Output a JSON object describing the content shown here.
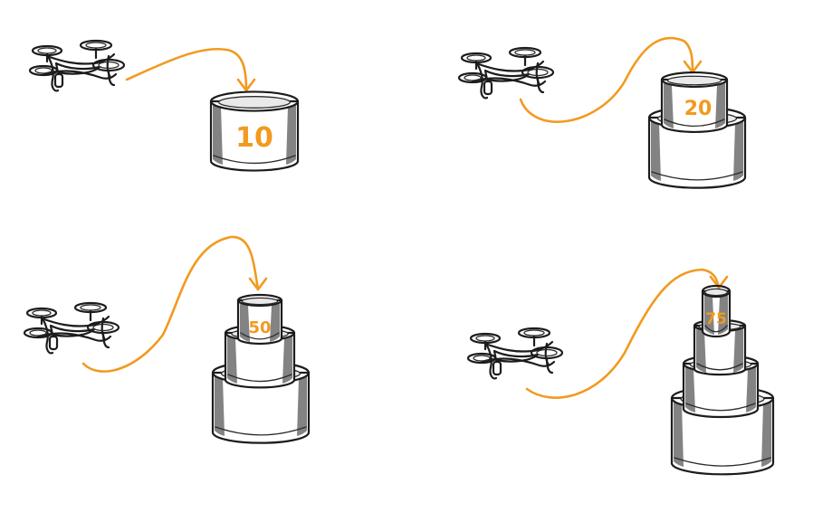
{
  "accent_color": "#f29a1f",
  "ink_color": "#1c1c1c",
  "icon": "drone-icon",
  "panels": [
    {
      "id": "panel-1",
      "tiers": 1,
      "label": "10"
    },
    {
      "id": "panel-2",
      "tiers": 2,
      "label": "20"
    },
    {
      "id": "panel-3",
      "tiers": 3,
      "label": "50"
    },
    {
      "id": "panel-4",
      "tiers": 4,
      "label": "75"
    }
  ]
}
